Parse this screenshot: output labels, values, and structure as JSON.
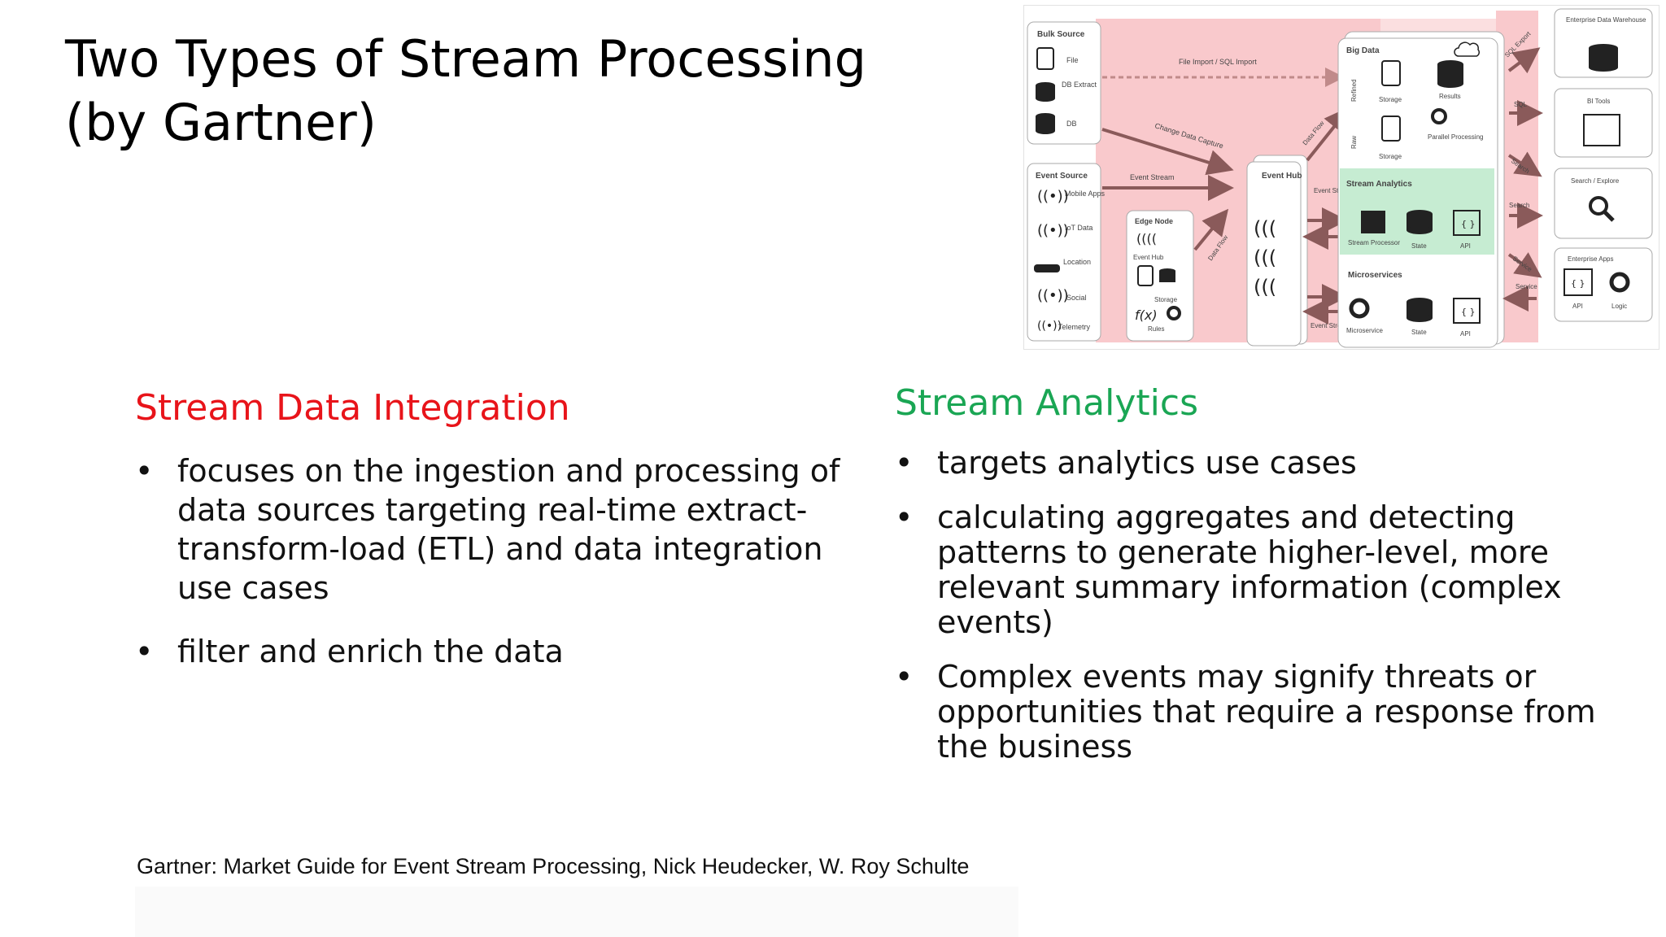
{
  "slide": {
    "title": "Two Types of Stream Processing\n(by Gartner)"
  },
  "left_column": {
    "heading": "Stream Data Integration",
    "bullets": [
      "focuses on the ingestion and processing of data sources targeting real-time extract-transform-load (ETL) and data integration use cases",
      "filter and enrich the data"
    ]
  },
  "right_column": {
    "heading": "Stream Analytics",
    "bullets": [
      "targets analytics use cases",
      "calculating aggregates and detecting patterns to generate higher-level, more relevant summary information (complex events)",
      "Complex events may signify threats or opportunities that require a response from the business"
    ]
  },
  "citation": "Gartner: Market Guide for Event Stream Processing, Nick Heudecker, W. Roy Schulte",
  "diagram": {
    "bulk_source": {
      "title": "Bulk Source",
      "items": [
        "File",
        "DB Extract",
        "DB"
      ]
    },
    "event_source": {
      "title": "Event Source",
      "items": [
        "Mobile Apps",
        "IoT Data",
        "Location",
        "Social",
        "Telemetry"
      ]
    },
    "flow_labels": {
      "file_import": "File Import / SQL Import",
      "change_data_capture": "Change Data Capture",
      "event_stream": "Event Stream",
      "data_flow_top": "Data Flow",
      "data_flow_bottom": "Data Flow",
      "event_stream_right_top": "Event Stream",
      "event_stream_right_bottom": "Event Stream"
    },
    "edge_node": {
      "title": "Edge Node",
      "event_hub": "Event Hub",
      "storage": "Storage",
      "rules": "Rules",
      "fx": "f(x)"
    },
    "event_hub": {
      "title": "Event Hub"
    },
    "big_data": {
      "title": "Big Data",
      "refined": "Refined",
      "raw": "Raw",
      "storage_top": "Storage",
      "storage_bottom": "Storage",
      "results": "Results",
      "parallel_processing": "Parallel Processing"
    },
    "stream_analytics": {
      "title": "Stream Analytics",
      "items": [
        "Stream Processor",
        "State",
        "API"
      ]
    },
    "microservices": {
      "title": "Microservices",
      "items": [
        "Microservice",
        "State",
        "API"
      ]
    },
    "right_flows": [
      "SQL Export",
      "SQL",
      "Search",
      "Search",
      "Service",
      "Service"
    ],
    "targets": {
      "enterprise_dw": "Enterprise Data Warehouse",
      "bi_tools": "BI Tools",
      "search_explore": "Search / Explore",
      "enterprise_apps": "Enterprise Apps",
      "api": "API",
      "logic": "Logic"
    },
    "colors": {
      "pink": "#f9c9cc",
      "green": "#c6ecd2",
      "arrow": "#8a5a5a"
    },
    "icons": [
      "file-icon",
      "database-icon",
      "antenna-icon",
      "car-icon",
      "gear-icon",
      "cloud-icon",
      "search-icon",
      "bi-chart-icon",
      "braces-icon",
      "stream-processor-icon"
    ]
  }
}
